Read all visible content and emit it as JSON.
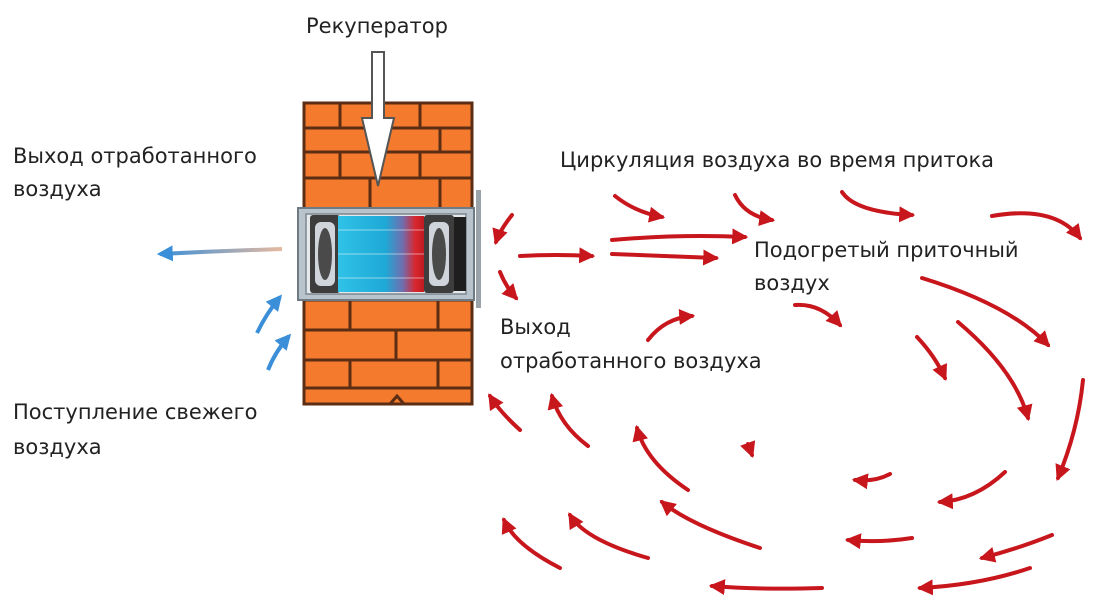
{
  "labels": {
    "recuperator": "Рекуператор",
    "exhaust_outside_line1": "Выход отработанного",
    "exhaust_outside_line2": "воздуха",
    "fresh_air_line1": "Поступление свежего",
    "fresh_air_line2": "воздуха",
    "circulation": "Циркуляция воздуха во время притока",
    "heated_supply_line1": "Подогретый приточный",
    "heated_supply_line2": "воздух",
    "exhaust_room_line1": "Выход",
    "exhaust_room_line2": "отработанного воздуха"
  },
  "colors": {
    "brick": "#f47a2e",
    "mortar": "#5a2d14",
    "core_blue": "#22b8df",
    "core_red": "#d9262e",
    "fan_housing": "#3d3d3d",
    "flow_red": "#c8161d",
    "flow_blue": "#3a8fd8"
  },
  "icons": [
    "down-arrow-icon",
    "fan-icon",
    "flow-arrow-icon"
  ]
}
